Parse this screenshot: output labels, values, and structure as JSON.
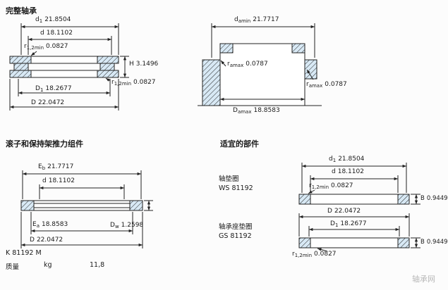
{
  "watermark": "轴承网",
  "colors": {
    "line": "#222222",
    "hatch_fill": "#d8e9f5",
    "hatch_stroke": "#86b0cd",
    "text": "#1a1a1a",
    "watermark_text": "#b8b8b8",
    "background": "#fcfcfc"
  },
  "complete_bearing": {
    "title": "完整轴承",
    "dims": {
      "d1": {
        "base": "d",
        "sub": "1",
        "value": "21.8504"
      },
      "d": {
        "base": "d",
        "sub": "",
        "value": "18.1102"
      },
      "r12_top": {
        "base": "r",
        "sub": "1,2min",
        "value": "0.0827"
      },
      "H": {
        "base": "H",
        "sub": "",
        "value": "3.1496"
      },
      "r12_bottom": {
        "base": "r",
        "sub": "1,2min",
        "value": "0.0827"
      },
      "D1": {
        "base": "D",
        "sub": "1",
        "value": "18.2677"
      },
      "D": {
        "base": "D",
        "sub": "",
        "value": "22.0472"
      }
    }
  },
  "abutment": {
    "dims": {
      "damin": {
        "base": "d",
        "sub": "amin",
        "value": "21.7717"
      },
      "ramax_left": {
        "base": "r",
        "sub": "amax",
        "value": "0.0787"
      },
      "ramax_right": {
        "base": "r",
        "sub": "amax",
        "value": "0.0787"
      },
      "Damax": {
        "base": "D",
        "sub": "amax",
        "value": "18.8583"
      }
    }
  },
  "assembly": {
    "title": "滚子和保持架推力组件",
    "designation": "K 81192 M",
    "mass": {
      "label": "质量",
      "unit": "kg",
      "value": "11,8"
    },
    "dims": {
      "Eb": {
        "base": "E",
        "sub": "b",
        "value": "21.7717"
      },
      "d": {
        "base": "d",
        "sub": "",
        "value": "18.1102"
      },
      "Ea": {
        "base": "E",
        "sub": "a",
        "value": "18.8583"
      },
      "D": {
        "base": "D",
        "sub": "",
        "value": "22.0472"
      },
      "Dw": {
        "base": "D",
        "sub": "w",
        "value": "1.2598"
      }
    }
  },
  "suitable_parts": {
    "title": "适宜的部件",
    "shaft_washer": {
      "name": "轴垫圈",
      "designation": "WS 81192",
      "dims": {
        "d1": {
          "base": "d",
          "sub": "1",
          "value": "21.8504"
        },
        "d": {
          "base": "d",
          "sub": "",
          "value": "18.1102"
        },
        "r12": {
          "base": "r",
          "sub": "1,2min",
          "value": "0.0827"
        },
        "B": {
          "base": "B",
          "sub": "",
          "value": "0.9449"
        }
      }
    },
    "housing_washer": {
      "name": "轴承座垫圈",
      "designation": "GS 81192",
      "dims": {
        "D": {
          "base": "D",
          "sub": "",
          "value": "22.0472"
        },
        "D1": {
          "base": "D",
          "sub": "1",
          "value": "18.2677"
        },
        "B": {
          "base": "B",
          "sub": "",
          "value": "0.9449"
        },
        "r12": {
          "base": "r",
          "sub": "1,2min",
          "value": "0.0827"
        }
      }
    }
  }
}
